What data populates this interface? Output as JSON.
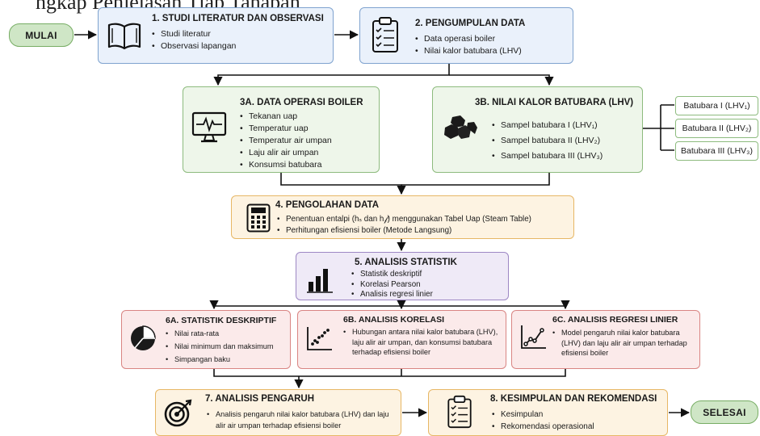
{
  "header_fragment": "ngkap Penjelasan Tiap Tahapan",
  "start_label": "MULAI",
  "end_label": "SELESAI",
  "box1": {
    "title": "1. STUDI LITERATUR DAN OBSERVASI",
    "items": [
      "Studi literatur",
      "Observasi lapangan"
    ]
  },
  "box2": {
    "title": "2. PENGUMPULAN DATA",
    "items": [
      "Data operasi boiler",
      "Nilai kalor batubara (LHV)"
    ]
  },
  "box3a": {
    "title": "3A. DATA OPERASI BOILER",
    "items": [
      "Tekanan uap",
      "Temperatur uap",
      "Temperatur air umpan",
      "Laju alir air umpan",
      "Konsumsi batubara"
    ]
  },
  "box3b": {
    "title": "3B. NILAI KALOR BATUBARA (LHV)",
    "items": [
      "Sampel batubara I (LHV₁)",
      "Sampel batubara II (LHV₂)",
      "Sampel batubara III (LHV₃)"
    ],
    "samples": [
      "Batubara I (LHV₁)",
      "Batubara II (LHV₂)",
      "Batubara III (LHV₃)"
    ]
  },
  "box4": {
    "title": "4. PENGOLAHAN DATA",
    "items": [
      "Penentuan entalpi (hₛ dan h𝒻) menggunakan Tabel Uap (Steam Table)",
      "Perhitungan efisiensi boiler (Metode Langsung)"
    ]
  },
  "box5": {
    "title": "5. ANALISIS STATISTIK",
    "items": [
      "Statistik deskriptif",
      "Korelasi Pearson",
      "Analisis regresi linier"
    ]
  },
  "box6a": {
    "title": "6A. STATISTIK DESKRIPTIF",
    "items": [
      "Nilai rata-rata",
      "Nilai minimum dan maksimum",
      "Simpangan baku"
    ]
  },
  "box6b": {
    "title": "6B. ANALISIS KORELASI",
    "items": [
      "Hubungan antara nilai kalor batubara (LHV), laju alir air umpan, dan konsumsi batubara terhadap efisiensi boiler"
    ]
  },
  "box6c": {
    "title": "6C. ANALISIS REGRESI LINIER",
    "items": [
      "Model pengaruh nilai kalor batubara (LHV) dan laju alir air umpan terhadap efisiensi boiler"
    ]
  },
  "box7": {
    "title": "7. ANALISIS PENGARUH",
    "items": [
      "Analisis pengaruh nilai kalor batubara (LHV) dan laju alir air umpan terhadap efisiensi boiler"
    ]
  },
  "box8": {
    "title": "8. KESIMPULAN DAN REKOMENDASI",
    "items": [
      "Kesimpulan",
      "Rekomendasi operasional"
    ]
  },
  "icons": [
    "book-icon",
    "clipboard-checklist-icon",
    "monitor-heartbeat-icon",
    "coal-lumps-icon",
    "calculator-icon",
    "bar-chart-icon",
    "pie-chart-icon",
    "scatter-plot-icon",
    "trend-line-icon",
    "target-icon",
    "clipboard-checklist-icon"
  ],
  "colors": {
    "start_end_fill": "#cfe6c6",
    "stage_blue": "#eaf1fb",
    "stage_green": "#eef6ea",
    "stage_orange": "#fdf3e2",
    "stage_purple": "#efeaf7",
    "stage_red": "#fbeaea"
  }
}
